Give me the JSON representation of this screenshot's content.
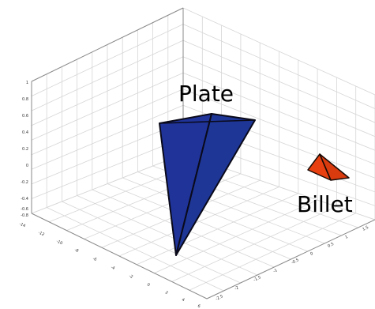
{
  "chart_data": {
    "type": "3d-surface",
    "grid": true,
    "axes": {
      "z_ticks": [
        "1",
        "0.8",
        "0.6",
        "0.4",
        "0.2",
        "0",
        "-0.2",
        "-0.4",
        "-0.6",
        "-0.8"
      ],
      "x_ticks": [
        "-14",
        "-12",
        "-10",
        "-8",
        "-6",
        "-4",
        "-2",
        "0",
        "2",
        "4",
        "6"
      ],
      "y_ticks": [
        "1.5",
        "1",
        "0.5",
        "0",
        "-0.5",
        "-1",
        "-1.5",
        "-2",
        "-2.5"
      ]
    },
    "objects": [
      {
        "name": "Plate",
        "shape": "tetrahedron",
        "color": "#1f3399"
      },
      {
        "name": "Billet",
        "shape": "tetrahedron",
        "color": "#e23a10"
      }
    ]
  }
}
